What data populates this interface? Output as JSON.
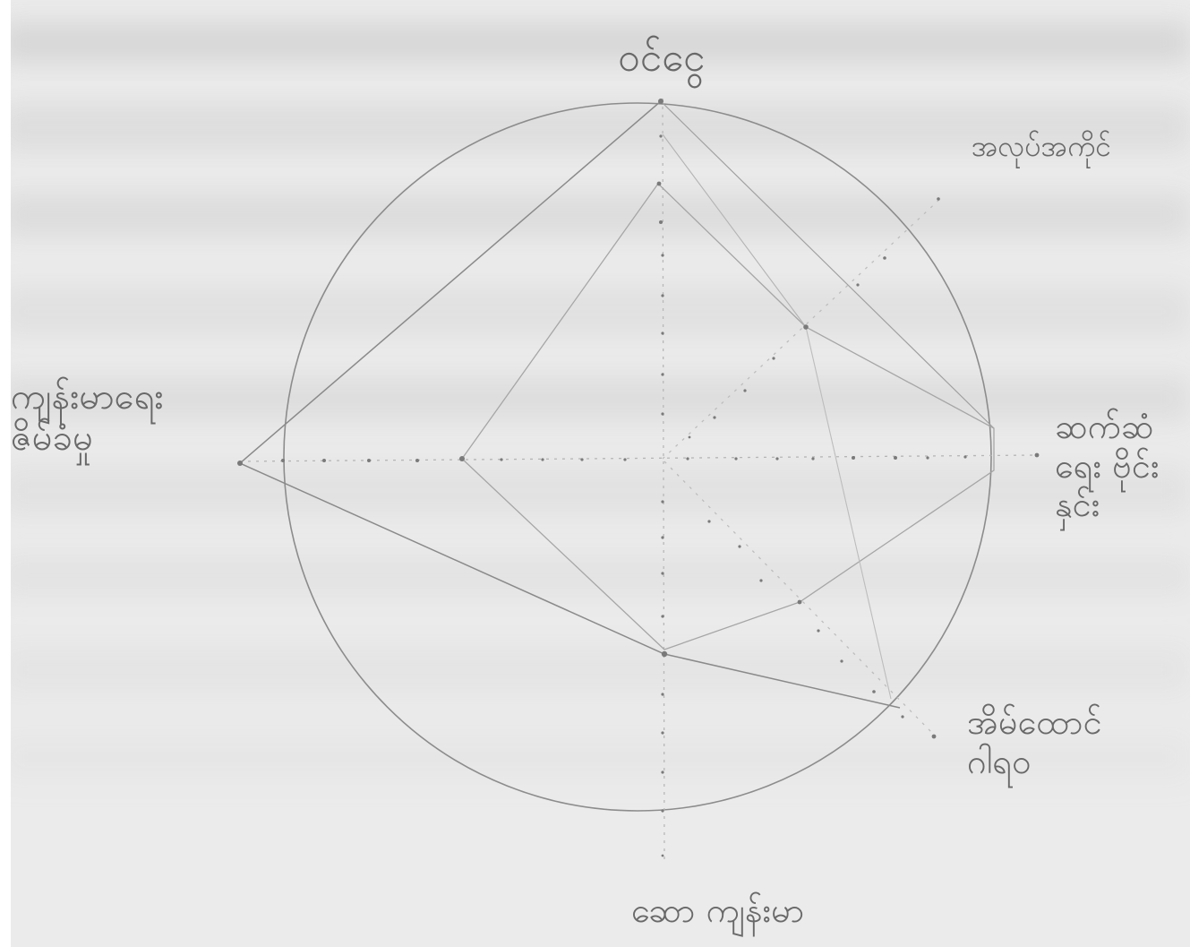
{
  "diagram": {
    "labels": {
      "top": "ဝင်ငွေ",
      "upper_right": "အလုပ်အကိုင်",
      "left": "ကျန်းမာရေး ဇိမ်ခံမှု",
      "right": "ဆက်ဆံရေး ဗိုင်းနှင်း",
      "lower_right": "အိမ်ထောင် ဂါရဝ",
      "bottom": "ဆော ကျန်းမာ"
    },
    "colors": {
      "paper": "#e9e9e9",
      "paper_band": "#d2d2d2",
      "pencil": "#8a8a8a",
      "pencil_faint": "#b5b5b5",
      "ink": "#5e5e5e"
    }
  }
}
